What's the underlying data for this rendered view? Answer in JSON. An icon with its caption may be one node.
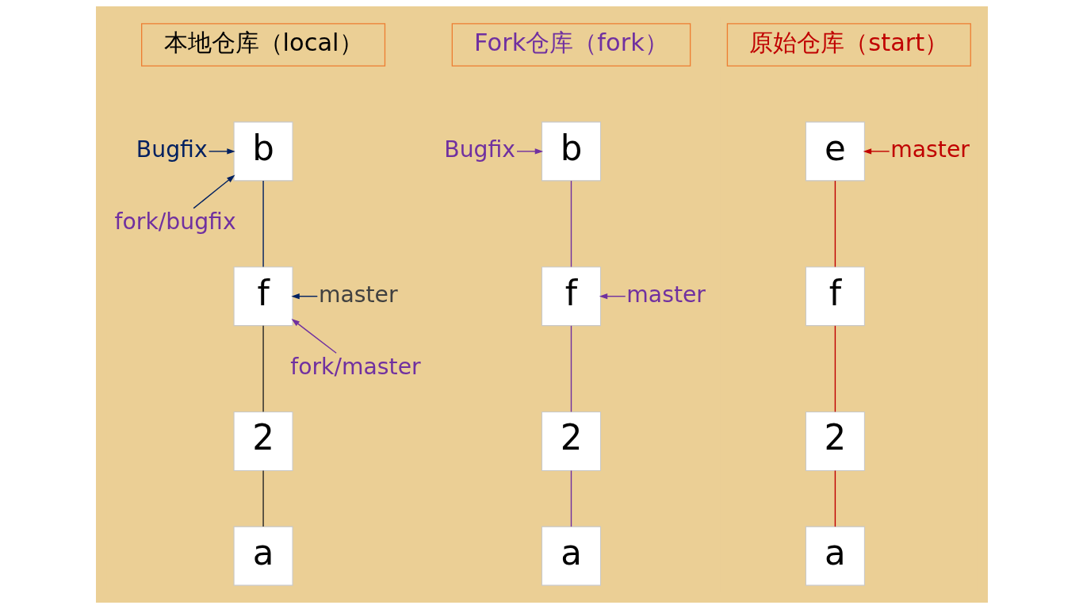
{
  "diagram": {
    "nodes": [
      {
        "text": [
          "本地仓库（local）"
        ]
      },
      {
        "text": [
          "Bugfix"
        ]
      },
      {
        "text": [
          "b"
        ]
      },
      {
        "text": [
          "fork/bugfix"
        ]
      },
      {
        "text": [
          "f"
        ]
      },
      {
        "text": [
          "master"
        ]
      },
      {
        "text": [
          "fork/master"
        ]
      },
      {
        "text": [
          "2"
        ]
      },
      {
        "text": [
          "a"
        ]
      },
      {
        "text": [
          "Fork仓库（fork）"
        ]
      },
      {
        "text": [
          "Bugfix"
        ]
      },
      {
        "text": [
          "b"
        ]
      },
      {
        "text": [
          "f"
        ]
      },
      {
        "text": [
          "master"
        ]
      },
      {
        "text": [
          "2"
        ]
      },
      {
        "text": [
          "a"
        ]
      },
      {
        "text": [
          "原始仓库（start）"
        ]
      },
      {
        "text": [
          "e"
        ]
      },
      {
        "text": [
          "master"
        ]
      },
      {
        "text": [
          "f"
        ]
      },
      {
        "text": [
          "2"
        ]
      },
      {
        "text": [
          "a"
        ]
      }
    ],
    "edges": [
      {
        "from": 1,
        "to": 2,
        "arrow": "to",
        "color": "#002060"
      },
      {
        "from": 3,
        "to": 2,
        "arrow": "to",
        "color": "#002060"
      },
      {
        "from": 2,
        "to": 4,
        "arrow": "none",
        "color": "#002060"
      },
      {
        "from": 5,
        "to": 4,
        "arrow": "to",
        "color": "#002060"
      },
      {
        "from": 6,
        "to": 4,
        "arrow": "to"
      },
      {
        "from": 4,
        "to": 7,
        "arrow": "none",
        "color": "#262626"
      },
      {
        "from": 7,
        "to": 8,
        "arrow": "none",
        "color": "#262626"
      },
      {
        "from": 10,
        "to": 11,
        "arrow": "to"
      },
      {
        "from": 11,
        "to": 12,
        "arrow": "none"
      },
      {
        "from": 13,
        "to": 12,
        "arrow": "to"
      },
      {
        "from": 12,
        "to": 14,
        "arrow": "none"
      },
      {
        "from": 14,
        "to": 15,
        "arrow": "none"
      },
      {
        "from": 18,
        "to": 17,
        "arrow": "to",
        "color": "#c00000"
      },
      {
        "from": 17,
        "to": 19,
        "arrow": "none",
        "color": "#c00000"
      },
      {
        "from": 19,
        "to": 20,
        "arrow": "none",
        "color": "#c00000"
      },
      {
        "from": 20,
        "to": 21,
        "arrow": "none",
        "color": "#c00000"
      }
    ]
  }
}
